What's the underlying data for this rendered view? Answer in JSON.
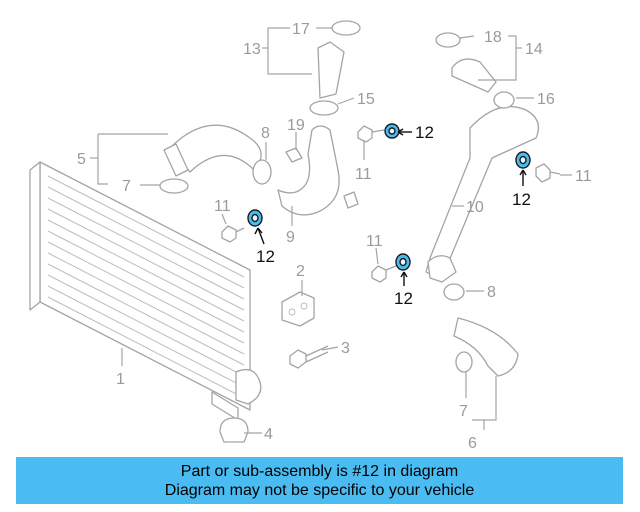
{
  "colors": {
    "banner_bg": "#4bbcf2",
    "highlight_fill": "#4bbcf2",
    "part_stroke": "#a4a4a4",
    "highlight_text": "#111111"
  },
  "diagram": {
    "callouts": {
      "c1": "1",
      "c2": "2",
      "c3": "3",
      "c4": "4",
      "c5": "5",
      "c6": "6",
      "c7_left": "7",
      "c7_right": "7",
      "c8_left": "8",
      "c8_right": "8",
      "c9": "9",
      "c10": "10",
      "c11_a": "11",
      "c11_b": "11",
      "c11_c": "11",
      "c11_d": "11",
      "c12_a": "12",
      "c12_b": "12",
      "c12_c": "12",
      "c12_d": "12",
      "c13": "13",
      "c14": "14",
      "c15": "15",
      "c16": "16",
      "c17": "17",
      "c18": "18",
      "c19": "19"
    },
    "highlighted_part": "12"
  },
  "banner": {
    "line1": "Part or sub-assembly is #12 in diagram",
    "line2": "Diagram may not be specific to your vehicle"
  }
}
